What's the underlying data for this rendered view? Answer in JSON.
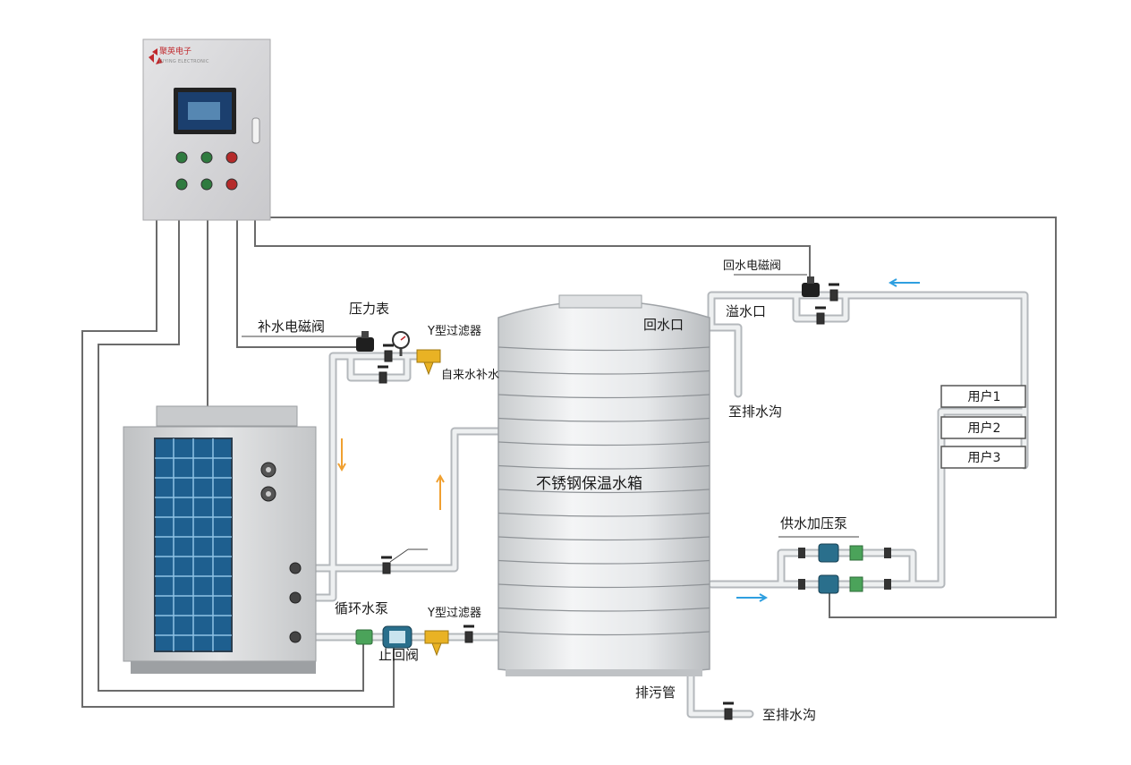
{
  "cabinet": {
    "brand_name": "聚英电子",
    "brand_sub": "JUYING ELECTRONIC",
    "colors": {
      "body": "#d9d9db",
      "accent": "#c0282c",
      "screen": "#1b3f6e"
    }
  },
  "labels": {
    "pressure_gauge": "压力表",
    "makeup_solenoid": "补水电磁阀",
    "y_filter_top": "Y型过滤器",
    "tap_water": "自来水补水",
    "return_port": "回水口",
    "overflow_port": "溢水口",
    "to_drain_top": "至排水沟",
    "return_solenoid": "回水电磁阀",
    "tank": "不锈钢保温水箱",
    "supply_pump": "供水加压泵",
    "circulation_pump": "循环水泵",
    "y_filter_bottom": "Y型过滤器",
    "check_valve": "止回阀",
    "drain_pipe": "排污管",
    "to_drain_bottom": "至排水沟"
  },
  "users": [
    "用户1",
    "用户2",
    "用户3"
  ],
  "colors": {
    "pipe": "#cfd3d6",
    "wire": "#6b6b6b",
    "arrow_orange": "#f0a030",
    "arrow_blue": "#2e9fe0",
    "filter": "#e9b224",
    "pump": "#2a6f8c",
    "check": "#4ba35a"
  }
}
